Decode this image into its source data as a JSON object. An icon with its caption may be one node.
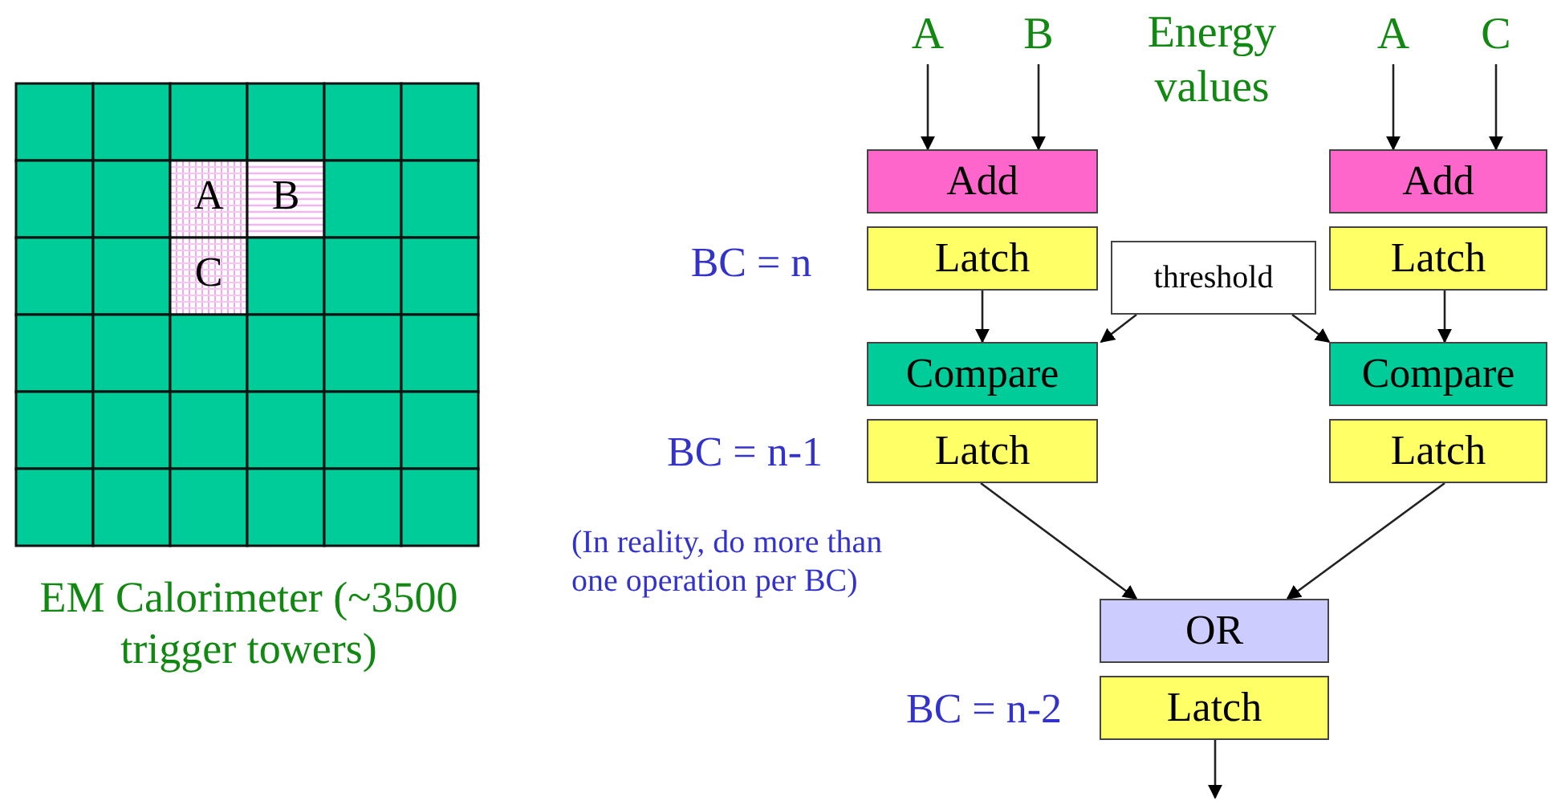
{
  "diagram": {
    "nodes": [
      {
        "text": [
          "A"
        ]
      },
      {
        "text": [
          "B"
        ]
      },
      {
        "text": [
          "A"
        ]
      },
      {
        "text": [
          "C"
        ]
      },
      {
        "text": [
          "Add"
        ]
      },
      {
        "text": [
          "Add"
        ]
      },
      {
        "text": [
          "Latch"
        ]
      },
      {
        "text": [
          "threshold"
        ]
      },
      {
        "text": [
          "Latch"
        ]
      },
      {
        "text": [
          "Compare"
        ]
      },
      {
        "text": [
          "Compare"
        ]
      },
      {
        "text": [
          "Latch"
        ]
      },
      {
        "text": [
          "Latch"
        ]
      },
      {
        "text": [
          "OR"
        ]
      },
      {
        "text": [
          "Latch"
        ]
      }
    ],
    "edges": [
      {
        "from": 0,
        "to": 4,
        "arrow": "to"
      },
      {
        "from": 1,
        "to": 4,
        "arrow": "to"
      },
      {
        "from": 2,
        "to": 5,
        "arrow": "to"
      },
      {
        "from": 3,
        "to": 5,
        "arrow": "to"
      },
      {
        "from": 6,
        "to": 9,
        "arrow": "to"
      },
      {
        "from": 7,
        "to": 9,
        "arrow": "to"
      },
      {
        "from": 7,
        "to": 10,
        "arrow": "to"
      },
      {
        "from": 8,
        "to": 10,
        "arrow": "to"
      },
      {
        "from": 11,
        "to": 13,
        "arrow": "to"
      },
      {
        "from": 12,
        "to": 13,
        "arrow": "to"
      },
      {
        "from": 14,
        "to": null,
        "arrow": "to"
      }
    ],
    "labels": [
      "A",
      "B",
      "C",
      "Energy values",
      "BC = n",
      "BC = n-1",
      "EM Calorimeter (~3500 trigger towers)",
      "(In reality, do more than one operation per BC)",
      "BC = n-2"
    ]
  }
}
